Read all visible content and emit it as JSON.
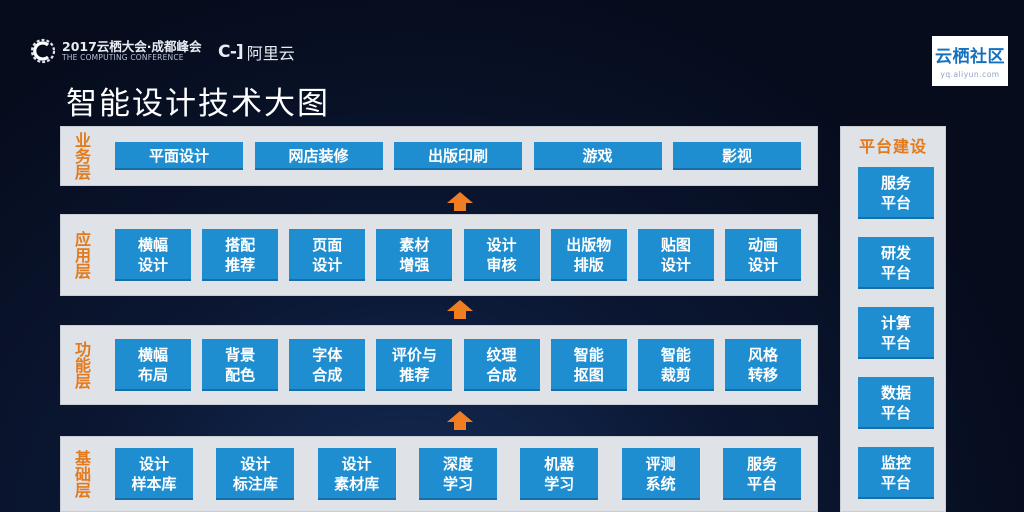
{
  "header": {
    "conference_title": "2017云栖大会·成都峰会",
    "conference_subtitle": "THE COMPUTING CONFERENCE",
    "aliyun_mark": "C-]",
    "aliyun_name": "阿里云",
    "community_title": "云栖社区",
    "community_url": "yq.aliyun.com"
  },
  "title": "智能设计技术大图",
  "layers": [
    {
      "label": "业务层",
      "items": [
        "平面设计",
        "网店装修",
        "出版印刷",
        "游戏",
        "影视"
      ]
    },
    {
      "label": "应用层",
      "items": [
        [
          "横幅",
          "设计"
        ],
        [
          "搭配",
          "推荐"
        ],
        [
          "页面",
          "设计"
        ],
        [
          "素材",
          "增强"
        ],
        [
          "设计",
          "审核"
        ],
        [
          "出版物",
          "排版"
        ],
        [
          "贴图",
          "设计"
        ],
        [
          "动画",
          "设计"
        ]
      ]
    },
    {
      "label": "功能层",
      "items": [
        [
          "横幅",
          "布局"
        ],
        [
          "背景",
          "配色"
        ],
        [
          "字体",
          "合成"
        ],
        [
          "评价与",
          "推荐"
        ],
        [
          "纹理",
          "合成"
        ],
        [
          "智能",
          "抠图"
        ],
        [
          "智能",
          "裁剪"
        ],
        [
          "风格",
          "转移"
        ]
      ]
    },
    {
      "label": "基础层",
      "items": [
        [
          "设计",
          "样本库"
        ],
        [
          "设计",
          "标注库"
        ],
        [
          "设计",
          "素材库"
        ],
        [
          "深度",
          "学习"
        ],
        [
          "机器",
          "学习"
        ],
        [
          "评测",
          "系统"
        ],
        [
          "服务",
          "平台"
        ]
      ]
    }
  ],
  "platform": {
    "title": "平台建设",
    "items": [
      [
        "服务",
        "平台"
      ],
      [
        "研发",
        "平台"
      ],
      [
        "计算",
        "平台"
      ],
      [
        "数据",
        "平台"
      ],
      [
        "监控",
        "平台"
      ]
    ]
  },
  "colors": {
    "accent": "#e37a1b",
    "box": "#1f8ed1",
    "panel": "#dfe2e7"
  }
}
